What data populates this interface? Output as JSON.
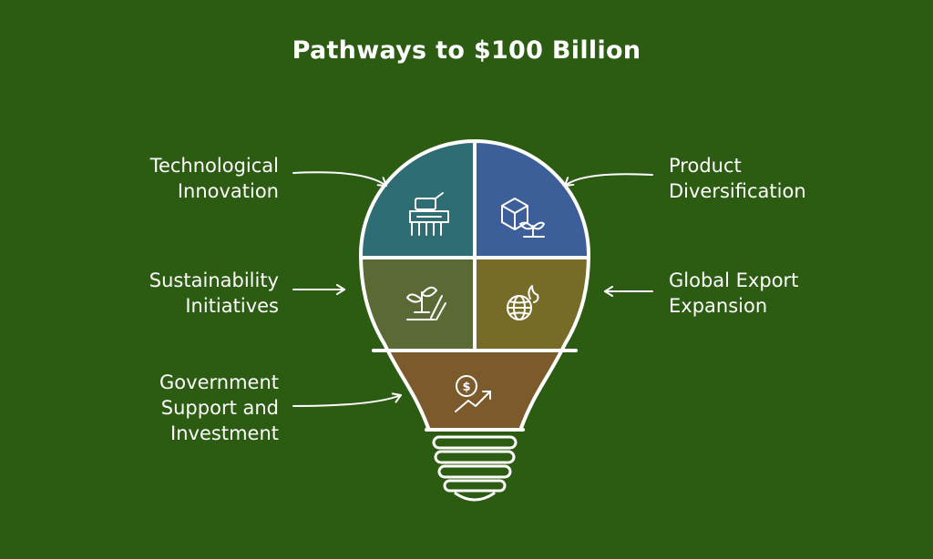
{
  "title": "Pathways to $100 Billion",
  "labels": {
    "tech": "Technological\nInnovation",
    "product": "Product\nDiversification",
    "sustain": "Sustainability\nInitiatives",
    "export": "Global Export\nExpansion",
    "gov": "Government\nSupport and\nInvestment"
  },
  "segments": [
    {
      "id": "technological-innovation",
      "icon": "harvester-icon",
      "color": "#2e6d73"
    },
    {
      "id": "product-diversification",
      "icon": "box-sprout-icon",
      "color": "#3c5f9a"
    },
    {
      "id": "sustainability-initiatives",
      "icon": "plant-hand-icon",
      "color": "#5b6a35"
    },
    {
      "id": "global-export-expansion",
      "icon": "globe-fire-icon",
      "color": "#776b28"
    },
    {
      "id": "government-support",
      "icon": "dollar-growth-icon",
      "color": "#7d5a2b"
    }
  ],
  "colors": {
    "background": "#2b5c12",
    "line": "#ffffff",
    "text": "#ffffff"
  }
}
